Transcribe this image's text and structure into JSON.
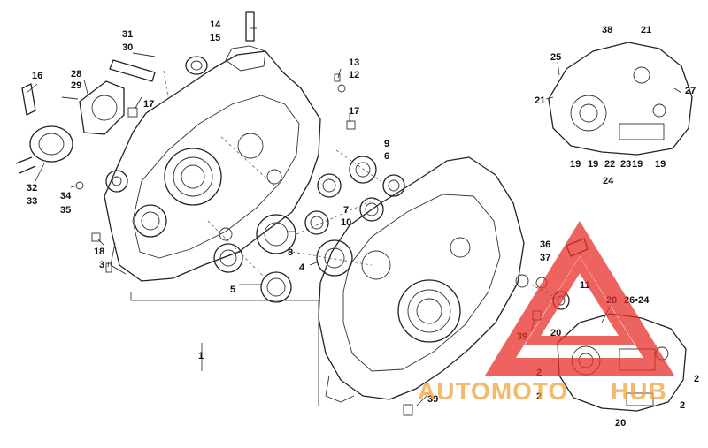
{
  "callouts": {
    "c1": "1",
    "c2a": "2",
    "c2b": "2",
    "c2c": "2",
    "c2d": "2",
    "c3": "3",
    "c4": "4",
    "c5": "5",
    "c6": "6",
    "c7": "7",
    "c8": "8",
    "c9": "9",
    "c10": "10",
    "c11": "11",
    "c12": "12",
    "c13": "13",
    "c14": "14",
    "c15": "15",
    "c16": "16",
    "c17a": "17",
    "c17b": "17",
    "c18": "18",
    "c19a": "19",
    "c19b": "19",
    "c19c": "19",
    "c19d": "19",
    "c20a": "20",
    "c20b": "20",
    "c20c": "20",
    "c21a": "21",
    "c21b": "21",
    "c22": "22",
    "c23": "23",
    "c24": "24",
    "c25": "25",
    "c26_24": "26•24",
    "c27": "27",
    "c28": "28",
    "c29": "29",
    "c30": "30",
    "c31": "31",
    "c32": "32",
    "c33": "33",
    "c34": "34",
    "c35": "35",
    "c36": "36",
    "c37": "37",
    "c38": "38",
    "c39a": "39",
    "c39b": "39"
  },
  "watermark": {
    "left": "AUTOMOTO",
    "right": "HUB",
    "color_red": "#e8302a",
    "color_orange": "#f2a23a"
  }
}
